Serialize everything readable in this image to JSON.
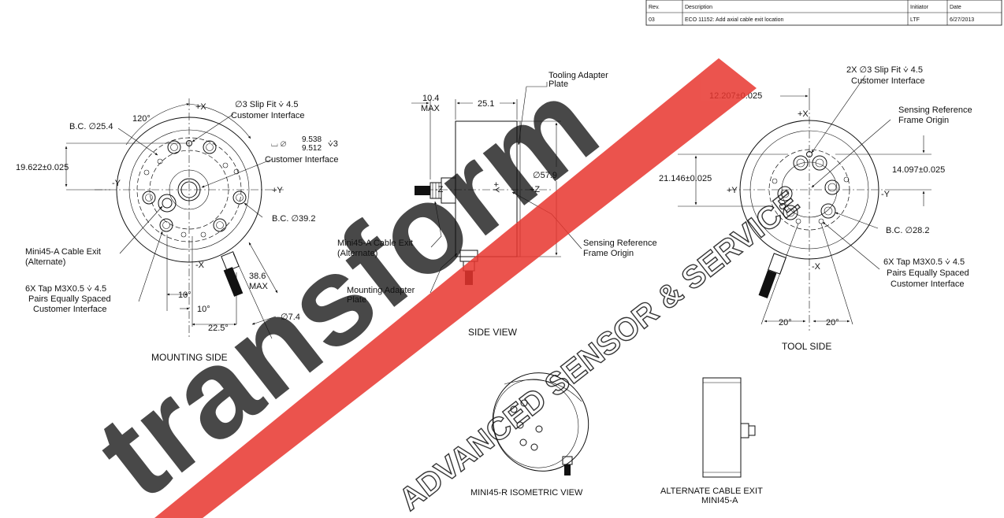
{
  "revision_table": {
    "headers": [
      "Rev.",
      "Description",
      "Initiator",
      "Date"
    ],
    "rows": [
      [
        "03",
        "ECO 11152: Add axial cable exit location",
        "LTF",
        "6/27/2013"
      ]
    ]
  },
  "mounting_side": {
    "title": "MOUNTING SIDE",
    "bc_outer": "B.C. ∅25.4",
    "angle_120": "120°",
    "dim_19622": "19.622±0.025",
    "slip_fit_1": "∅3 Slip Fit ⩒ 4.5",
    "slip_fit_2": "Customer Interface",
    "bore_prefix": "⌴ ∅",
    "bore_upper": "9.538",
    "bore_lower": "9.512",
    "bore_depth": "⩒3",
    "bore_iface": "Customer Interface",
    "plus_x": "+X",
    "minus_x": "-X",
    "plus_y": "+Y",
    "minus_y": "-Y",
    "bc_392": "B.C. ∅39.2",
    "cable_exit_1": "Mini45-A Cable Exit",
    "cable_exit_2": "(Alternate)",
    "tap_1": "6X Tap M3X0.5 ⩒ 4.5",
    "tap_2": "Pairs Equally Spaced",
    "tap_3": "Customer Interface",
    "a10a": "10°",
    "a10b": "10°",
    "a225": "22.5°",
    "d386a": "38.6",
    "d386b": "MAX",
    "d74": "∅7.4"
  },
  "side_view": {
    "title": "SIDE VIEW",
    "d104a": "10.4",
    "d104b": "MAX",
    "d251": "25.1",
    "tool_plate_1": "Tooling Adapter",
    "tool_plate_2": "Plate",
    "d579": "∅57.9",
    "minus_z": "-Z",
    "plus_z": "+Z",
    "y_mark": "+Y",
    "cable_exit_1": "Mini45-A Cable Exit",
    "cable_exit_2": "(Alternate)",
    "srf_1": "Sensing Reference",
    "srf_2": "Frame Origin",
    "mount_plate_1": "Mounting Adapter",
    "mount_plate_2": "Plate"
  },
  "tool_side": {
    "title": "TOOL SIDE",
    "slip_1": "2X ∅3 Slip Fit ⩒ 4.5",
    "slip_2": "Customer Interface",
    "d12207": "12.207±0.025",
    "plus_x": "+X",
    "minus_x": "-X",
    "plus_y": "+Y",
    "minus_y": "-Y",
    "srf_1": "Sensing Reference",
    "srf_2": "Frame Origin",
    "d21146": "21.146±0.025",
    "d14097": "14.097±0.025",
    "bc_282": "B.C. ∅28.2",
    "tap_1": "6X Tap M3X0.5 ⩒ 4.5",
    "tap_2": "Pairs Equally Spaced",
    "tap_3": "Customer Interface",
    "a20a": "20°",
    "a20b": "20°"
  },
  "iso_view": {
    "title": "MINI45-R ISOMETRIC VIEW"
  },
  "alt_exit": {
    "title_1": "ALTERNATE CABLE EXIT",
    "title_2": "MINI45-A"
  },
  "watermark": {
    "brand": "transform",
    "tagline": "ADVANCED SENSOR & SERVICE",
    "brand_color": "#111111",
    "band_color": "#e8362f"
  }
}
